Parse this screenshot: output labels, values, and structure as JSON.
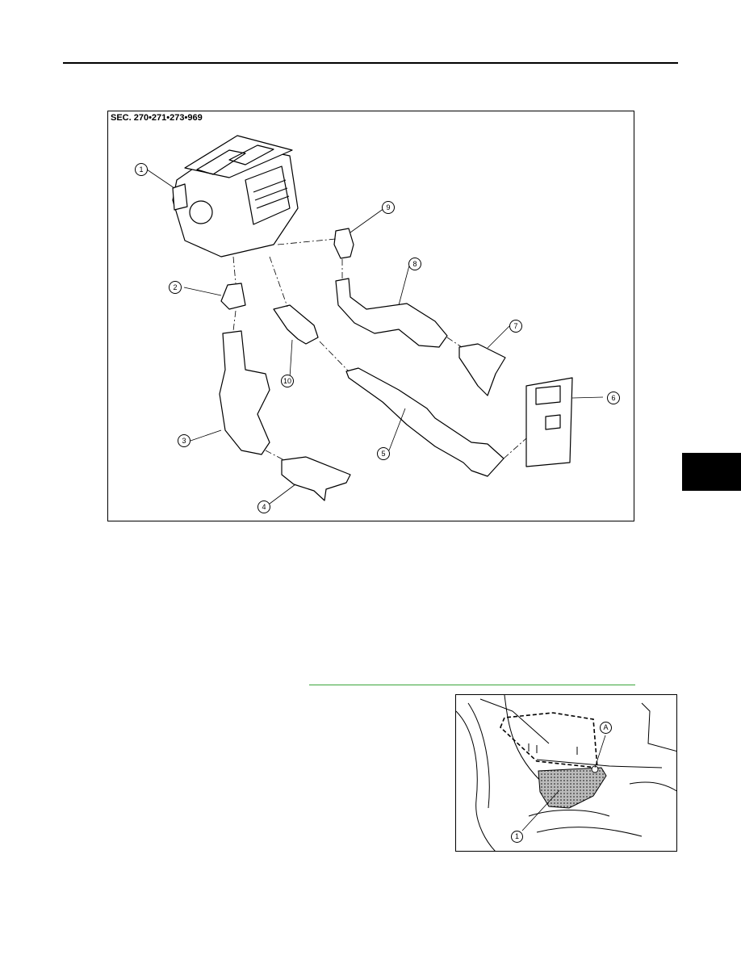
{
  "figure_main": {
    "section_label": "SEC. 270•271•273•969",
    "callouts": [
      "1",
      "2",
      "3",
      "4",
      "5",
      "6",
      "7",
      "8",
      "9",
      "10"
    ]
  },
  "figure_photo": {
    "callouts": [
      "A",
      "1"
    ]
  },
  "colors": {
    "rule": "#000000",
    "link_rule": "#3aa53a",
    "tab": "#000000"
  }
}
